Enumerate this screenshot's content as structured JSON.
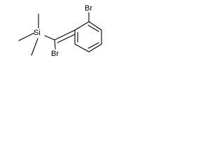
{
  "molecule": {
    "atoms": {
      "si": "Si",
      "br_vinyl": "Br",
      "br_aryl": "Br"
    }
  }
}
